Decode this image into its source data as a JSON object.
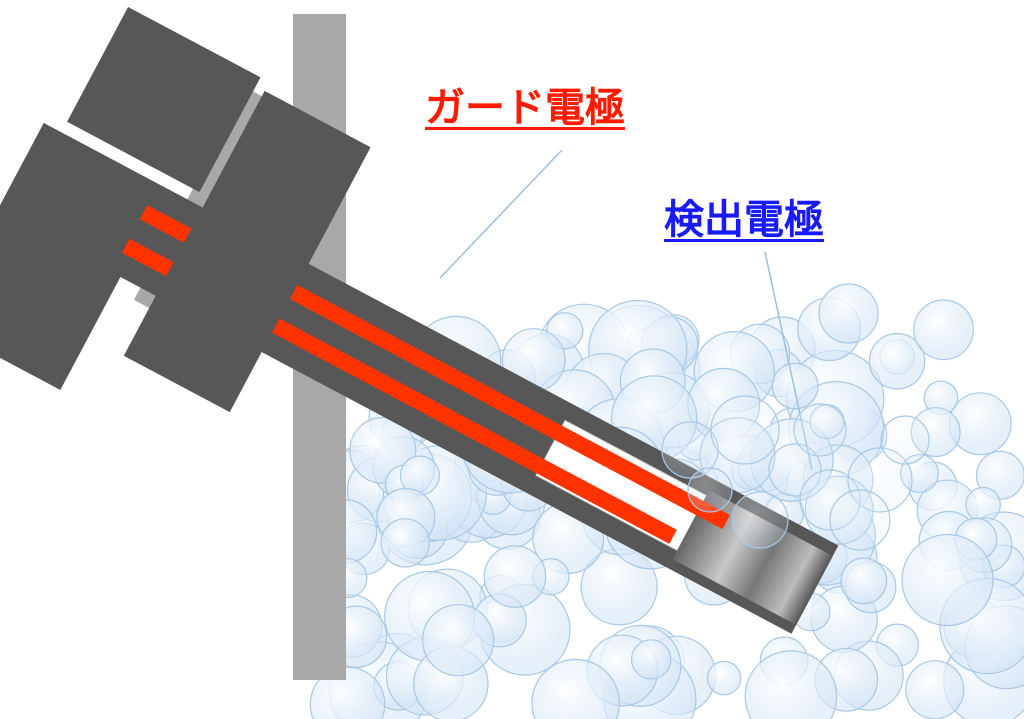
{
  "labels": {
    "guard_electrode": "ガード電極",
    "detection_electrode": "検出電極"
  },
  "colors": {
    "guard_label": "#ff1a00",
    "detection_label": "#1a1aff",
    "guard_electrode": "#ff3300",
    "probe_body": "#575757",
    "wall": "#a8a8a8",
    "flange": "#a8a8a8",
    "bubble_fill": "#dbe9f6",
    "bubble_stroke": "#a9c8e6",
    "leader_line": "#9bbfe0"
  },
  "icons": {
    "bubbles": "bubble-foam",
    "probe": "sensor-probe"
  }
}
